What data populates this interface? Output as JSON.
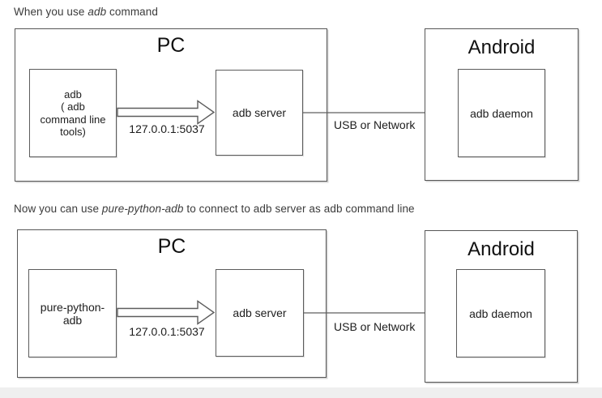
{
  "colors": {
    "background": "#ffffff",
    "box_border": "#575757",
    "text": "#1d1d1d",
    "heading_text": "#3b3b3b",
    "connector": "#5f5f5f",
    "footer_band": "#efefef"
  },
  "headings": {
    "first": {
      "prefix": "When you use ",
      "emphasis": "adb",
      "suffix": " command"
    },
    "second": {
      "prefix": "Now you can use ",
      "emphasis": "pure-python-adb",
      "suffix": " to connect to adb server as adb command line"
    }
  },
  "diagram1": {
    "pc_title": "PC",
    "client_label": "adb\n( adb\ncommand line\ntools)",
    "server_label": "adb server",
    "port_label": "127.0.0.1:5037",
    "link_label": "USB or Network",
    "android_title": "Android",
    "daemon_label": "adb daemon"
  },
  "diagram2": {
    "pc_title": "PC",
    "client_label": "pure-python-\nadb",
    "server_label": "adb server",
    "port_label": "127.0.0.1:5037",
    "link_label": "USB or Network",
    "android_title": "Android",
    "daemon_label": "adb daemon"
  }
}
